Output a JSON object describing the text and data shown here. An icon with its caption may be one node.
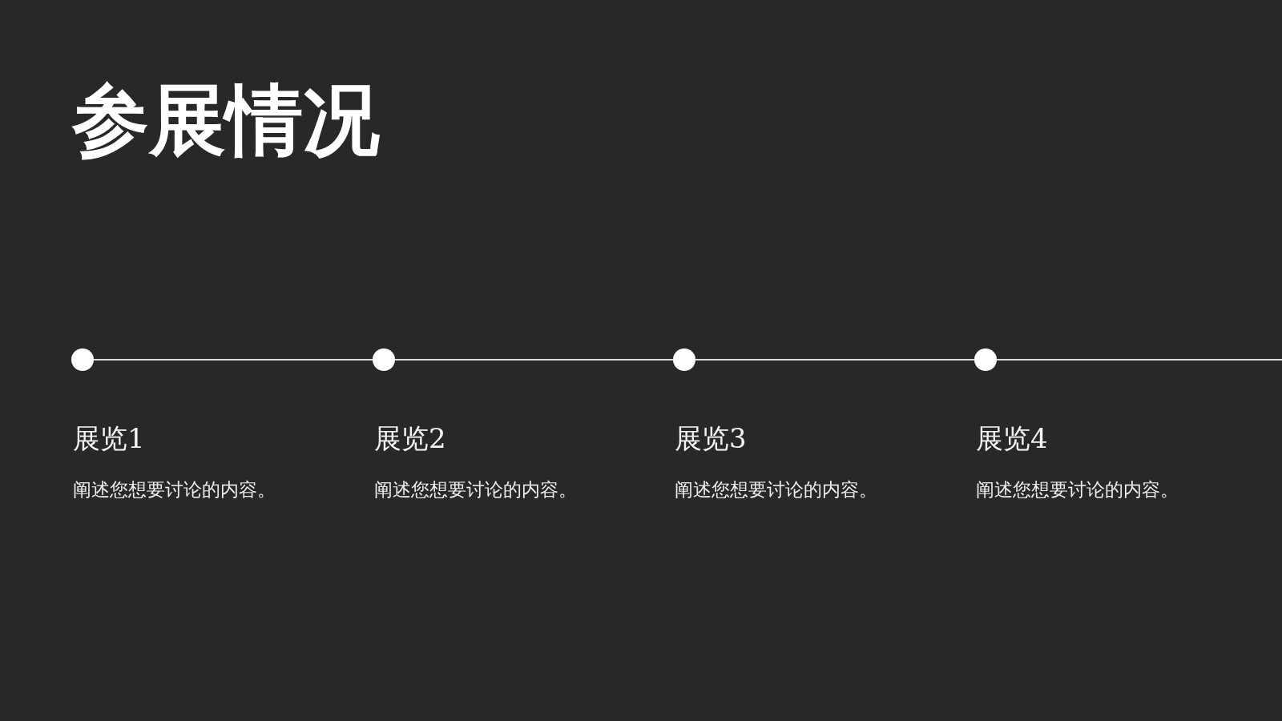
{
  "diagram": {
    "title": "参展情况",
    "nodes": [
      {
        "text": [],
        "shape": "circle",
        "beside": [
          "展览1",
          "阐述您想要讨论的内容。"
        ]
      },
      {
        "text": [],
        "shape": "circle",
        "beside": [
          "展览2",
          "阐述您想要讨论的内容。"
        ]
      },
      {
        "text": [],
        "shape": "circle",
        "beside": [
          "展览3",
          "阐述您想要讨论的内容。"
        ]
      },
      {
        "text": [],
        "shape": "circle",
        "beside": [
          "展览4",
          "阐述您想要讨论的内容。"
        ]
      }
    ],
    "edges": [
      {
        "from": 0,
        "to": 1,
        "arrow": "none"
      },
      {
        "from": 1,
        "to": 2,
        "arrow": "none"
      },
      {
        "from": 2,
        "to": 3,
        "arrow": "none"
      },
      {
        "from": 3,
        "to": null,
        "arrow": "none"
      }
    ]
  }
}
